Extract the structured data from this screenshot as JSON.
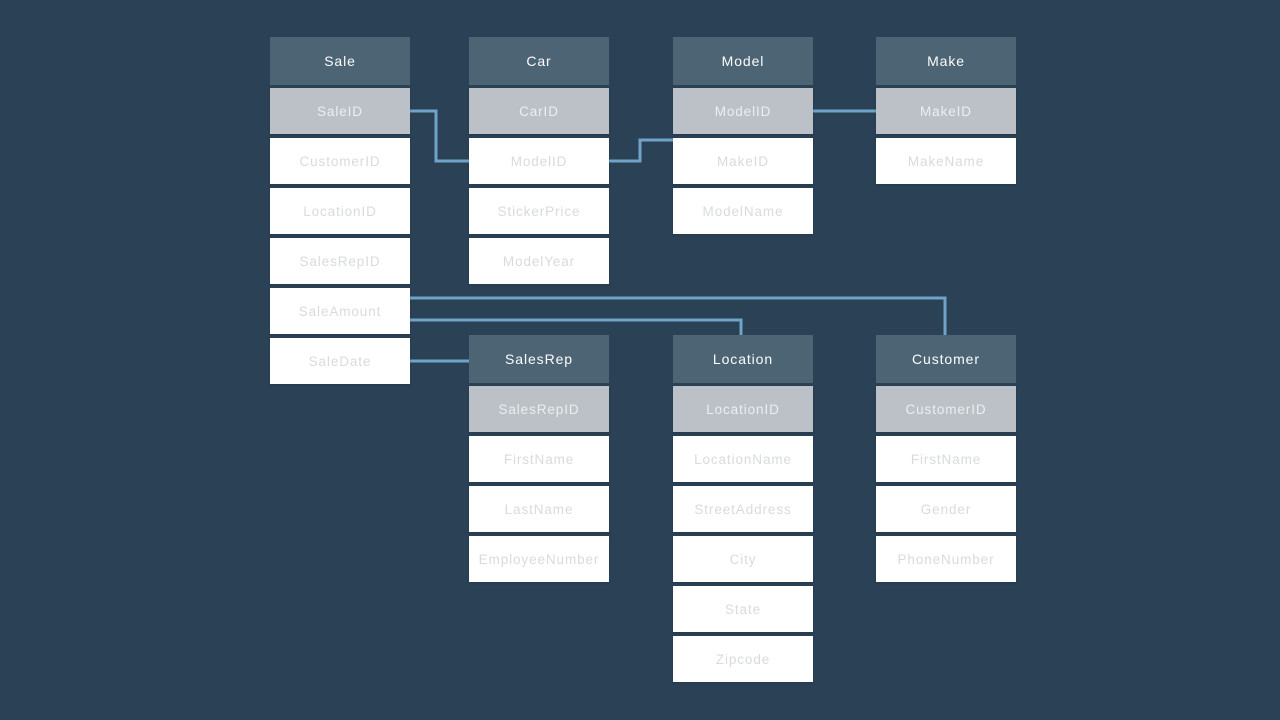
{
  "colors": {
    "background": "#2a4156",
    "table_header_bg": "#4d6475",
    "table_header_text": "#fbfcfc",
    "key_row_bg": "#bcc1c7",
    "key_row_text": "#eceeef",
    "row_bg": "#ffffff",
    "row_text": "#d8dbdd",
    "connector": "#6fa3c7"
  },
  "diagram": {
    "tables": [
      {
        "id": "sale",
        "title": "Sale",
        "fields": [
          {
            "label": "SaleID",
            "key": true
          },
          {
            "label": "CustomerID",
            "key": false
          },
          {
            "label": "LocationID",
            "key": false
          },
          {
            "label": "SalesRepID",
            "key": false
          },
          {
            "label": "SaleAmount",
            "key": false
          },
          {
            "label": "SaleDate",
            "key": false
          }
        ]
      },
      {
        "id": "car",
        "title": "Car",
        "fields": [
          {
            "label": "CarID",
            "key": true
          },
          {
            "label": "ModelID",
            "key": false
          },
          {
            "label": "StickerPrice",
            "key": false
          },
          {
            "label": "ModelYear",
            "key": false
          }
        ]
      },
      {
        "id": "model",
        "title": "Model",
        "fields": [
          {
            "label": "ModelID",
            "key": true
          },
          {
            "label": "MakeID",
            "key": false
          },
          {
            "label": "ModelName",
            "key": false
          }
        ]
      },
      {
        "id": "make",
        "title": "Make",
        "fields": [
          {
            "label": "MakeID",
            "key": true
          },
          {
            "label": "MakeName",
            "key": false
          }
        ]
      },
      {
        "id": "salesrep",
        "title": "SalesRep",
        "fields": [
          {
            "label": "SalesRepID",
            "key": true
          },
          {
            "label": "FirstName",
            "key": false
          },
          {
            "label": "LastName",
            "key": false
          },
          {
            "label": "EmployeeNumber",
            "key": false
          }
        ]
      },
      {
        "id": "location",
        "title": "Location",
        "fields": [
          {
            "label": "LocationID",
            "key": true
          },
          {
            "label": "LocationName",
            "key": false
          },
          {
            "label": "StreetAddress",
            "key": false
          },
          {
            "label": "City",
            "key": false
          },
          {
            "label": "State",
            "key": false
          },
          {
            "label": "Zipcode",
            "key": false
          }
        ]
      },
      {
        "id": "customer",
        "title": "Customer",
        "fields": [
          {
            "label": "CustomerID",
            "key": true
          },
          {
            "label": "FirstName",
            "key": false
          },
          {
            "label": "Gender",
            "key": false
          },
          {
            "label": "PhoneNumber",
            "key": false
          }
        ]
      }
    ],
    "relations": [
      {
        "name": "sale-to-car",
        "from": "Sale.SaleID",
        "to": "Car.ModelID"
      },
      {
        "name": "car-to-model",
        "from": "Car.ModelID",
        "to": "Model.ModelID"
      },
      {
        "name": "model-to-make",
        "from": "Model.ModelID",
        "to": "Make.MakeID"
      },
      {
        "name": "sale-to-customer",
        "from": "Sale.SaleAmount",
        "to": "Customer"
      },
      {
        "name": "sale-to-location",
        "from": "Sale.SaleAmount",
        "to": "Location"
      },
      {
        "name": "sale-to-salesrep",
        "from": "Sale.SaleDate",
        "to": "SalesRep"
      }
    ]
  }
}
